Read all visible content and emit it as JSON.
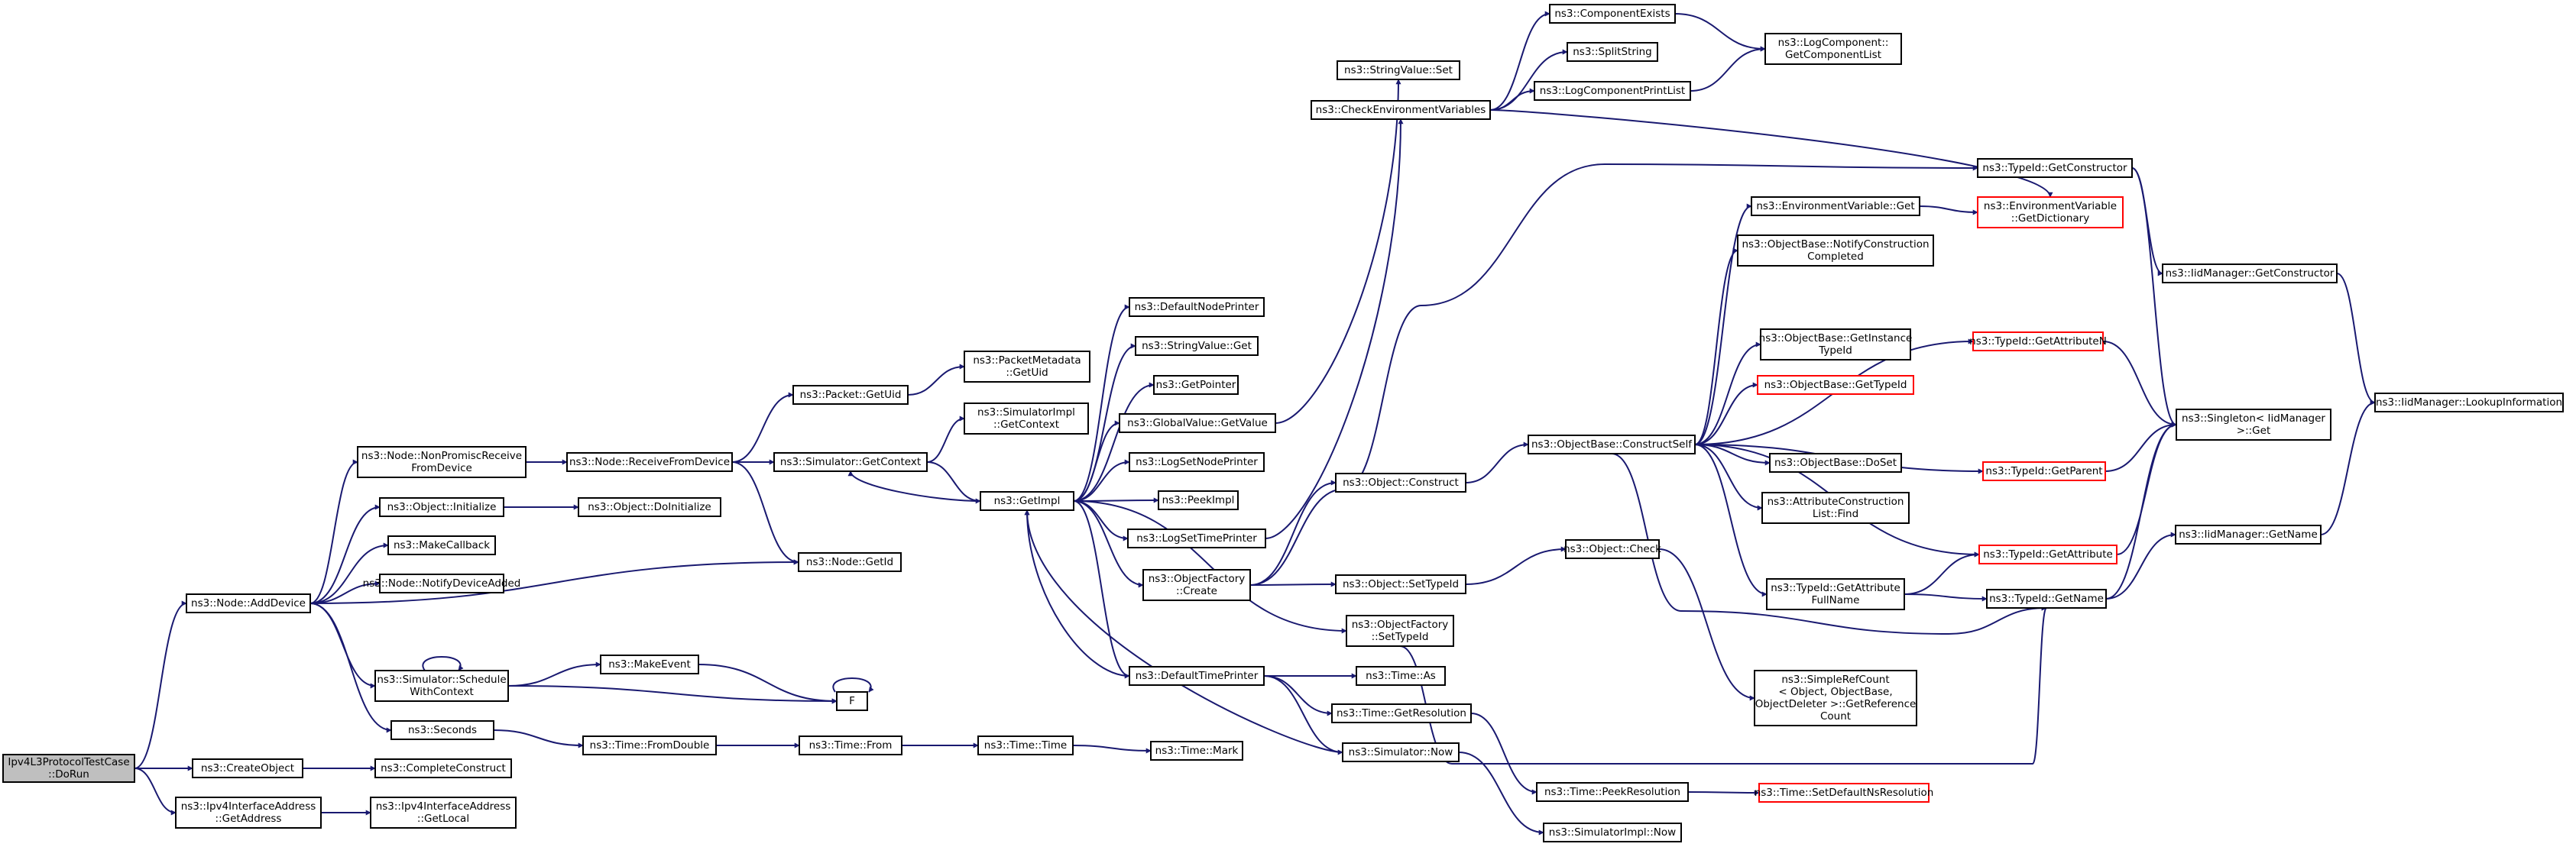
{
  "colors": {
    "edge": "#191970",
    "node_border": "#000000",
    "node_fill": "#ffffff",
    "truncated_border": "#ff0000",
    "root_fill": "#bfbfbf"
  },
  "nodes": [
    {
      "id": "root",
      "lines": [
        "Ipv4L3ProtocolTestCase",
        "::DoRun"
      ],
      "style": "root"
    },
    {
      "id": "addDevice",
      "lines": [
        "ns3::Node::AddDevice"
      ]
    },
    {
      "id": "createObject",
      "lines": [
        "ns3::CreateObject"
      ]
    },
    {
      "id": "ipv4GetAddress",
      "lines": [
        "ns3::Ipv4InterfaceAddress",
        "::GetAddress"
      ]
    },
    {
      "id": "ipv4GetLocal",
      "lines": [
        "ns3::Ipv4InterfaceAddress",
        "::GetLocal"
      ]
    },
    {
      "id": "completeConstruct",
      "lines": [
        "ns3::CompleteConstruct"
      ]
    },
    {
      "id": "nonPromisc",
      "lines": [
        "ns3::Node::NonPromiscReceive",
        "FromDevice"
      ]
    },
    {
      "id": "objInitialize",
      "lines": [
        "ns3::Object::Initialize"
      ]
    },
    {
      "id": "makeCallback",
      "lines": [
        "ns3::MakeCallback"
      ]
    },
    {
      "id": "notifyDeviceAdded",
      "lines": [
        "ns3::Node::NotifyDeviceAdded"
      ]
    },
    {
      "id": "schedCtx",
      "lines": [
        "ns3::Simulator::Schedule",
        "WithContext"
      ]
    },
    {
      "id": "seconds",
      "lines": [
        "ns3::Seconds"
      ]
    },
    {
      "id": "receiveFromDevice",
      "lines": [
        "ns3::Node::ReceiveFromDevice"
      ]
    },
    {
      "id": "doInitialize",
      "lines": [
        "ns3::Object::DoInitialize"
      ]
    },
    {
      "id": "makeEvent",
      "lines": [
        "ns3::MakeEvent"
      ]
    },
    {
      "id": "F",
      "lines": [
        "F"
      ]
    },
    {
      "id": "fromDouble",
      "lines": [
        "ns3::Time::FromDouble"
      ]
    },
    {
      "id": "packetGetUid",
      "lines": [
        "ns3::Packet::GetUid"
      ]
    },
    {
      "id": "nodeGetId",
      "lines": [
        "ns3::Node::GetId"
      ]
    },
    {
      "id": "simGetContext",
      "lines": [
        "ns3::Simulator::GetContext"
      ]
    },
    {
      "id": "timeFrom",
      "lines": [
        "ns3::Time::From"
      ]
    },
    {
      "id": "pmGetUid",
      "lines": [
        "ns3::PacketMetadata",
        "::GetUid"
      ]
    },
    {
      "id": "simImplGetCtx",
      "lines": [
        "ns3::SimulatorImpl",
        "::GetContext"
      ]
    },
    {
      "id": "getImpl",
      "lines": [
        "ns3::GetImpl"
      ]
    },
    {
      "id": "timeTime",
      "lines": [
        "ns3::Time::Time"
      ]
    },
    {
      "id": "defNodePrinter",
      "lines": [
        "ns3::DefaultNodePrinter"
      ]
    },
    {
      "id": "strValGet",
      "lines": [
        "ns3::StringValue::Get"
      ]
    },
    {
      "id": "getPointer",
      "lines": [
        "ns3::GetPointer"
      ]
    },
    {
      "id": "globalGetValue",
      "lines": [
        "ns3::GlobalValue::GetValue"
      ]
    },
    {
      "id": "logSetNodePrinter",
      "lines": [
        "ns3::LogSetNodePrinter"
      ]
    },
    {
      "id": "peekImpl",
      "lines": [
        "ns3::PeekImpl"
      ]
    },
    {
      "id": "logSetTimePrinter",
      "lines": [
        "ns3::LogSetTimePrinter"
      ]
    },
    {
      "id": "objFactoryCreate",
      "lines": [
        "ns3::ObjectFactory",
        "::Create"
      ]
    },
    {
      "id": "defTimePrinter",
      "lines": [
        "ns3::DefaultTimePrinter"
      ]
    },
    {
      "id": "timeMark",
      "lines": [
        "ns3::Time::Mark"
      ]
    },
    {
      "id": "strValSet",
      "lines": [
        "ns3::StringValue::Set"
      ]
    },
    {
      "id": "checkEnvVars",
      "lines": [
        "ns3::CheckEnvironmentVariables"
      ]
    },
    {
      "id": "objConstruct",
      "lines": [
        "ns3::Object::Construct"
      ]
    },
    {
      "id": "objSetTypeId",
      "lines": [
        "ns3::Object::SetTypeId"
      ]
    },
    {
      "id": "ofSetTypeId",
      "lines": [
        "ns3::ObjectFactory",
        "::SetTypeId"
      ]
    },
    {
      "id": "timeAs",
      "lines": [
        "ns3::Time::As"
      ]
    },
    {
      "id": "timeGetRes",
      "lines": [
        "ns3::Time::GetResolution"
      ]
    },
    {
      "id": "simNow",
      "lines": [
        "ns3::Simulator::Now"
      ]
    },
    {
      "id": "compExists",
      "lines": [
        "ns3::ComponentExists"
      ]
    },
    {
      "id": "splitString",
      "lines": [
        "ns3::SplitString"
      ]
    },
    {
      "id": "logCompPrintList",
      "lines": [
        "ns3::LogComponentPrintList"
      ]
    },
    {
      "id": "objBaseConstructSelf",
      "lines": [
        "ns3::ObjectBase::ConstructSelf"
      ]
    },
    {
      "id": "objCheck",
      "lines": [
        "ns3::Object::Check"
      ]
    },
    {
      "id": "timePeekRes",
      "lines": [
        "ns3::Time::PeekResolution"
      ]
    },
    {
      "id": "simImplNow",
      "lines": [
        "ns3::SimulatorImpl::Now"
      ]
    },
    {
      "id": "logCompGetList",
      "lines": [
        "ns3::LogComponent::",
        "GetComponentList"
      ]
    },
    {
      "id": "envVarGet",
      "lines": [
        "ns3::EnvironmentVariable::Get"
      ]
    },
    {
      "id": "notifyConstruction",
      "lines": [
        "ns3::ObjectBase::NotifyConstruction",
        "Completed"
      ]
    },
    {
      "id": "getInstanceTypeId",
      "lines": [
        "ns3::ObjectBase::GetInstance",
        "TypeId"
      ]
    },
    {
      "id": "obGetTypeId",
      "lines": [
        "ns3::ObjectBase::GetTypeId"
      ],
      "style": "truncated"
    },
    {
      "id": "obDoSet",
      "lines": [
        "ns3::ObjectBase::DoSet"
      ]
    },
    {
      "id": "attrConstrFind",
      "lines": [
        "ns3::AttributeConstruction",
        "List::Find"
      ]
    },
    {
      "id": "tidGetAttrFullName",
      "lines": [
        "ns3::TypeId::GetAttribute",
        "FullName"
      ]
    },
    {
      "id": "simpleRefCount",
      "lines": [
        "ns3::SimpleRefCount",
        "< Object, ObjectBase,",
        " ObjectDeleter >::GetReference",
        "Count"
      ]
    },
    {
      "id": "setDefaultNsRes",
      "lines": [
        "ns3::Time::SetDefaultNsResolution"
      ],
      "style": "truncated"
    },
    {
      "id": "tidGetConstructor",
      "lines": [
        "ns3::TypeId::GetConstructor"
      ]
    },
    {
      "id": "envVarGetDict",
      "lines": [
        "ns3::EnvironmentVariable",
        "::GetDictionary"
      ],
      "style": "truncated"
    },
    {
      "id": "tidGetAttrN",
      "lines": [
        "ns3::TypeId::GetAttributeN"
      ],
      "style": "truncated"
    },
    {
      "id": "tidGetParent",
      "lines": [
        "ns3::TypeId::GetParent"
      ],
      "style": "truncated"
    },
    {
      "id": "tidGetAttribute",
      "lines": [
        "ns3::TypeId::GetAttribute"
      ],
      "style": "truncated"
    },
    {
      "id": "tidGetName",
      "lines": [
        "ns3::TypeId::GetName"
      ]
    },
    {
      "id": "iidGetConstructor",
      "lines": [
        "ns3::IidManager::GetConstructor"
      ]
    },
    {
      "id": "singletonGet",
      "lines": [
        "ns3::Singleton< IidManager",
        " >::Get"
      ]
    },
    {
      "id": "iidGetName",
      "lines": [
        "ns3::IidManager::GetName"
      ]
    },
    {
      "id": "iidLookup",
      "lines": [
        "ns3::IidManager::LookupInformation"
      ]
    }
  ],
  "edges": [
    [
      "root",
      "addDevice"
    ],
    [
      "root",
      "createObject"
    ],
    [
      "root",
      "ipv4GetAddress"
    ],
    [
      "ipv4GetAddress",
      "ipv4GetLocal"
    ],
    [
      "createObject",
      "completeConstruct"
    ],
    [
      "addDevice",
      "nonPromisc"
    ],
    [
      "addDevice",
      "objInitialize"
    ],
    [
      "addDevice",
      "makeCallback"
    ],
    [
      "addDevice",
      "notifyDeviceAdded"
    ],
    [
      "addDevice",
      "nodeGetId"
    ],
    [
      "addDevice",
      "schedCtx"
    ],
    [
      "addDevice",
      "seconds"
    ],
    [
      "nonPromisc",
      "receiveFromDevice"
    ],
    [
      "objInitialize",
      "doInitialize"
    ],
    [
      "receiveFromDevice",
      "packetGetUid"
    ],
    [
      "receiveFromDevice",
      "simGetContext"
    ],
    [
      "receiveFromDevice",
      "nodeGetId"
    ],
    [
      "packetGetUid",
      "pmGetUid"
    ],
    [
      "simGetContext",
      "simImplGetCtx"
    ],
    [
      "simGetContext",
      "getImpl"
    ],
    [
      "getImpl",
      "simGetContext"
    ],
    [
      "schedCtx",
      "schedCtx"
    ],
    [
      "schedCtx",
      "makeEvent"
    ],
    [
      "schedCtx",
      "F"
    ],
    [
      "makeEvent",
      "F"
    ],
    [
      "F",
      "F"
    ],
    [
      "seconds",
      "fromDouble"
    ],
    [
      "fromDouble",
      "timeFrom"
    ],
    [
      "timeFrom",
      "timeTime"
    ],
    [
      "timeTime",
      "timeMark"
    ],
    [
      "getImpl",
      "defNodePrinter"
    ],
    [
      "getImpl",
      "strValGet"
    ],
    [
      "getImpl",
      "getPointer"
    ],
    [
      "getImpl",
      "globalGetValue"
    ],
    [
      "getImpl",
      "logSetNodePrinter"
    ],
    [
      "getImpl",
      "peekImpl"
    ],
    [
      "getImpl",
      "logSetTimePrinter"
    ],
    [
      "getImpl",
      "objFactoryCreate"
    ],
    [
      "getImpl",
      "ofSetTypeId"
    ],
    [
      "getImpl",
      "defTimePrinter"
    ],
    [
      "defTimePrinter",
      "getImpl"
    ],
    [
      "simNow",
      "getImpl"
    ],
    [
      "globalGetValue",
      "strValSet"
    ],
    [
      "logSetTimePrinter",
      "checkEnvVars"
    ],
    [
      "objFactoryCreate",
      "objConstruct"
    ],
    [
      "objFactoryCreate",
      "objSetTypeId"
    ],
    [
      "objFactoryCreate",
      "tidGetConstructor"
    ],
    [
      "ofSetTypeId",
      "tidGetName"
    ],
    [
      "defTimePrinter",
      "timeAs"
    ],
    [
      "defTimePrinter",
      "timeGetRes"
    ],
    [
      "defTimePrinter",
      "simNow"
    ],
    [
      "timeGetRes",
      "timePeekRes"
    ],
    [
      "simNow",
      "simImplNow"
    ],
    [
      "timePeekRes",
      "setDefaultNsRes"
    ],
    [
      "checkEnvVars",
      "compExists"
    ],
    [
      "checkEnvVars",
      "splitString"
    ],
    [
      "checkEnvVars",
      "logCompPrintList"
    ],
    [
      "checkEnvVars",
      "envVarGetDict"
    ],
    [
      "compExists",
      "logCompGetList"
    ],
    [
      "logCompPrintList",
      "logCompGetList"
    ],
    [
      "objConstruct",
      "objBaseConstructSelf"
    ],
    [
      "objSetTypeId",
      "objCheck"
    ],
    [
      "objCheck",
      "simpleRefCount"
    ],
    [
      "objBaseConstructSelf",
      "envVarGet"
    ],
    [
      "objBaseConstructSelf",
      "notifyConstruction"
    ],
    [
      "objBaseConstructSelf",
      "tidGetAttrN"
    ],
    [
      "objBaseConstructSelf",
      "getInstanceTypeId"
    ],
    [
      "objBaseConstructSelf",
      "obGetTypeId"
    ],
    [
      "objBaseConstructSelf",
      "tidGetParent"
    ],
    [
      "objBaseConstructSelf",
      "obDoSet"
    ],
    [
      "objBaseConstructSelf",
      "attrConstrFind"
    ],
    [
      "objBaseConstructSelf",
      "tidGetAttribute"
    ],
    [
      "objBaseConstructSelf",
      "tidGetAttrFullName"
    ],
    [
      "objBaseConstructSelf",
      "tidGetName"
    ],
    [
      "envVarGet",
      "envVarGetDict"
    ],
    [
      "tidGetAttrFullName",
      "tidGetAttribute"
    ],
    [
      "tidGetAttrFullName",
      "tidGetName"
    ],
    [
      "tidGetConstructor",
      "iidGetConstructor"
    ],
    [
      "tidGetConstructor",
      "singletonGet"
    ],
    [
      "tidGetAttrN",
      "singletonGet"
    ],
    [
      "tidGetParent",
      "singletonGet"
    ],
    [
      "tidGetAttribute",
      "singletonGet"
    ],
    [
      "tidGetName",
      "singletonGet"
    ],
    [
      "tidGetName",
      "iidGetName"
    ],
    [
      "iidGetConstructor",
      "iidLookup"
    ],
    [
      "iidGetName",
      "iidLookup"
    ]
  ]
}
